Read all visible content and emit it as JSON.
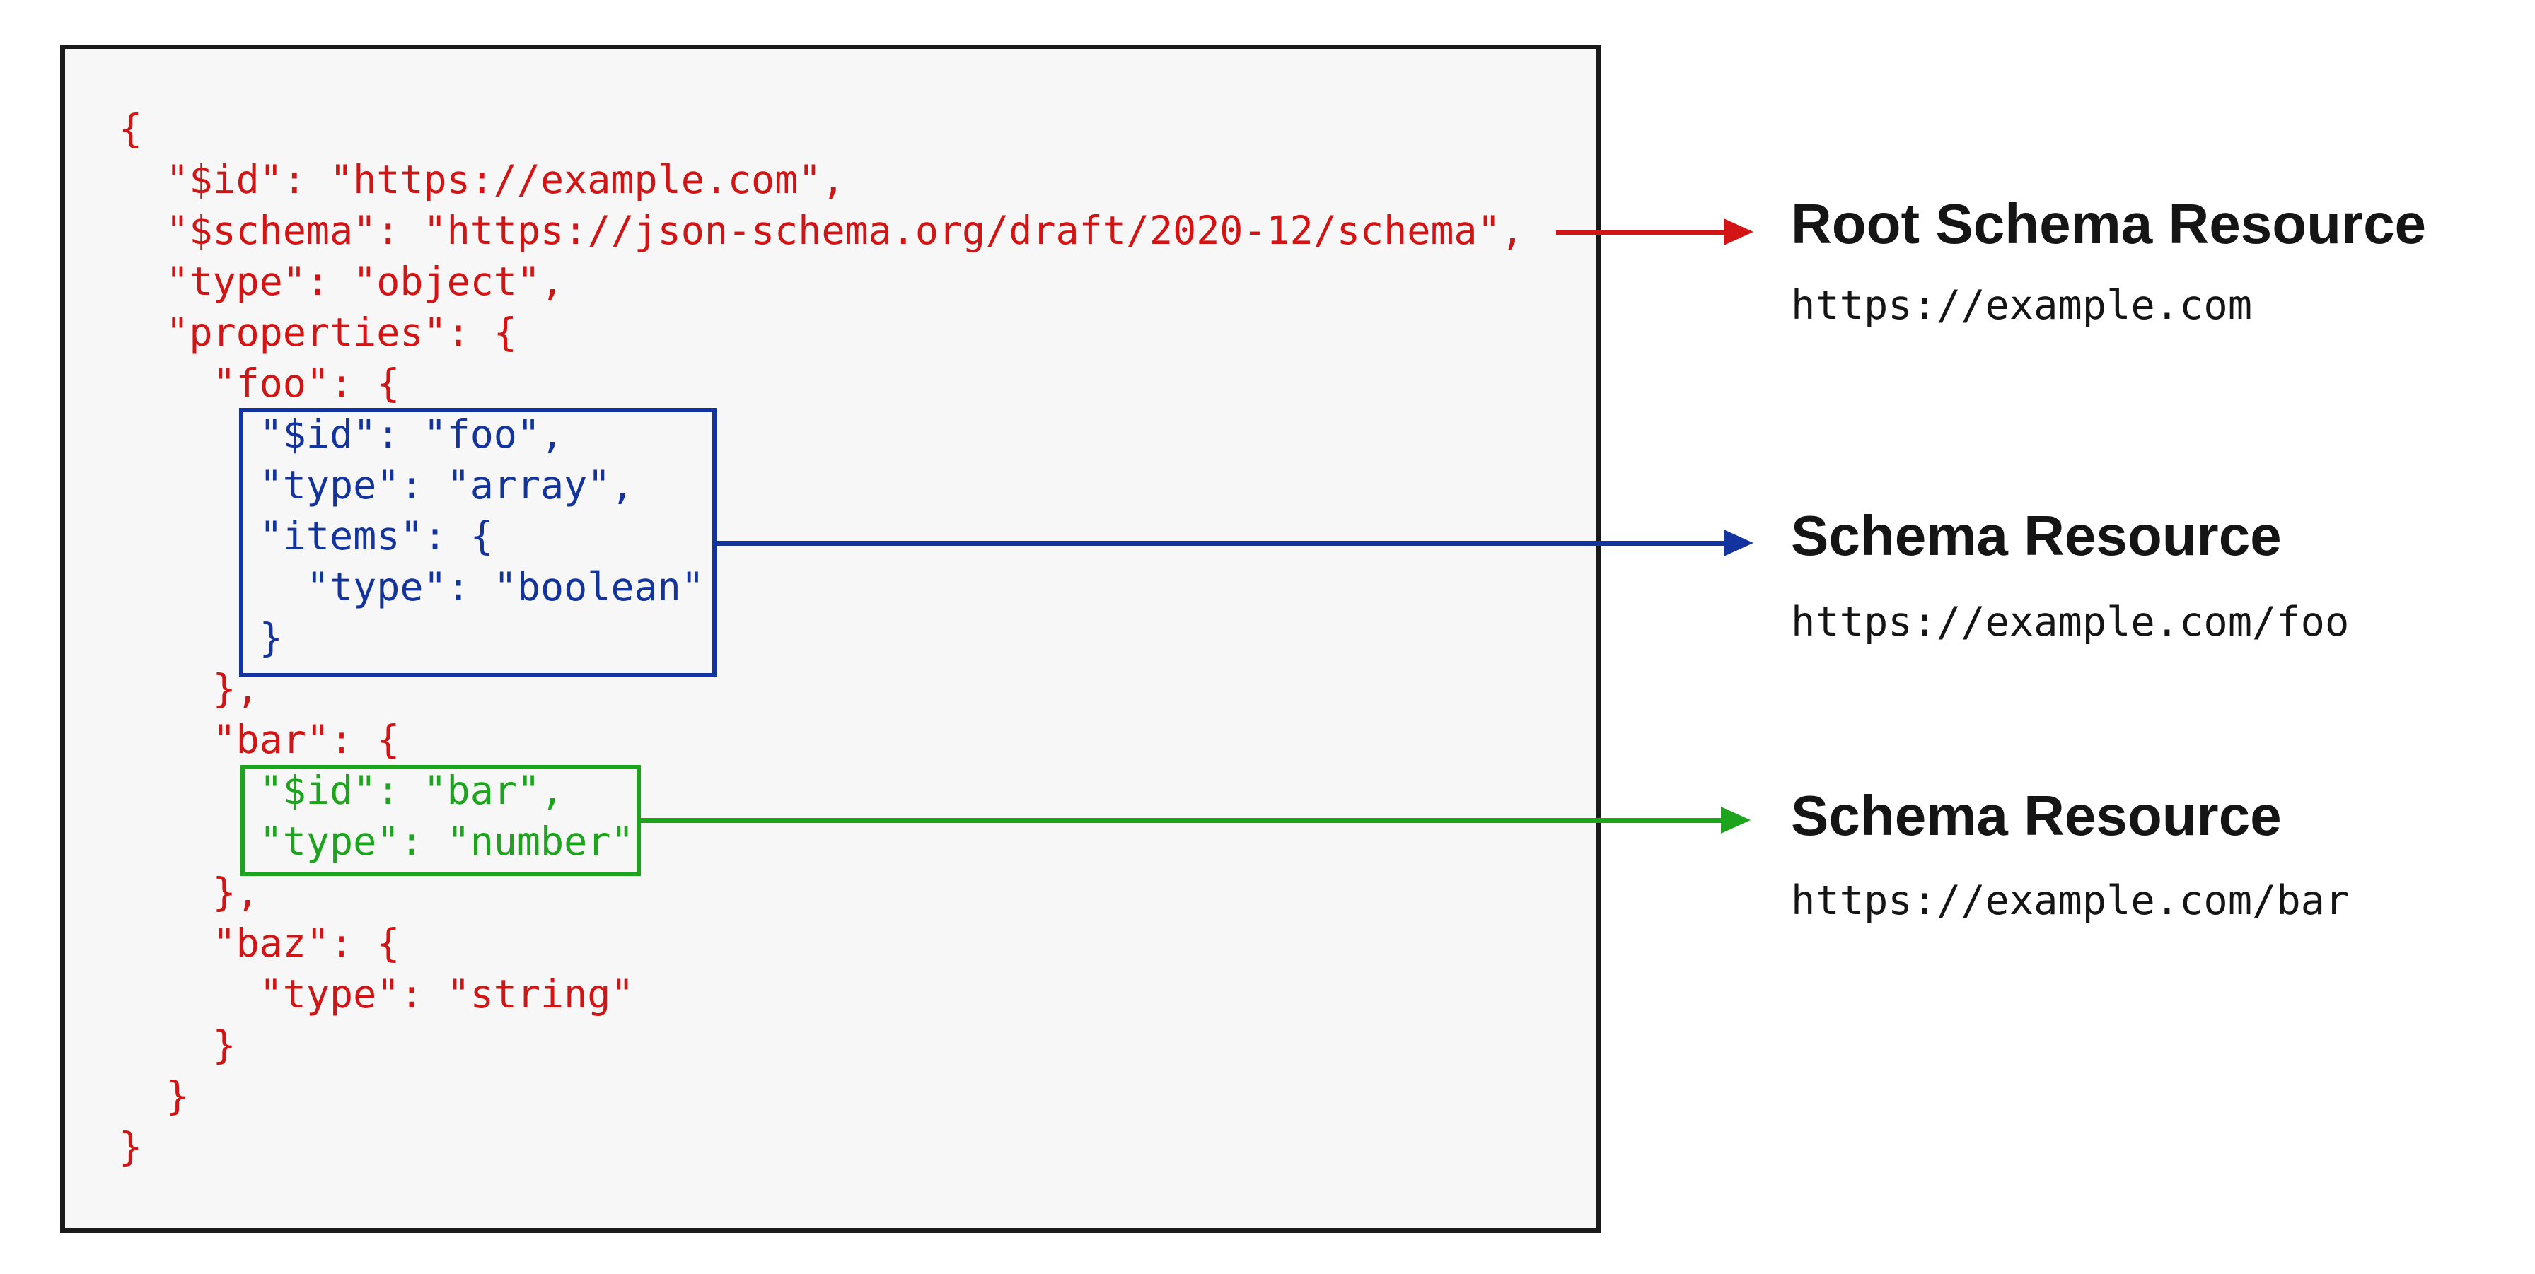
{
  "colors": {
    "red": "#d21414",
    "blue": "#13339e",
    "green": "#1ca41c",
    "black": "#1a1a1a",
    "code_bg": "#f7f7f7"
  },
  "code": {
    "lines": [
      {
        "text": "{",
        "color": "red"
      },
      {
        "text": "  \"$id\": \"https://example.com\",",
        "color": "red"
      },
      {
        "text": "  \"$schema\": \"https://json-schema.org/draft/2020-12/schema\",",
        "color": "red"
      },
      {
        "text": "  \"type\": \"object\",",
        "color": "red"
      },
      {
        "text": "  \"properties\": {",
        "color": "red"
      },
      {
        "text": "    \"foo\": {",
        "color": "red"
      },
      {
        "text": "      \"$id\": \"foo\",",
        "color": "blue"
      },
      {
        "text": "      \"type\": \"array\",",
        "color": "blue"
      },
      {
        "text": "      \"items\": {",
        "color": "blue"
      },
      {
        "text": "        \"type\": \"boolean\"",
        "color": "blue"
      },
      {
        "text": "      }",
        "color": "blue"
      },
      {
        "text": "    },",
        "color": "red"
      },
      {
        "text": "    \"bar\": {",
        "color": "red"
      },
      {
        "text": "      \"$id\": \"bar\",",
        "color": "green"
      },
      {
        "text": "      \"type\": \"number\"",
        "color": "green"
      },
      {
        "text": "    },",
        "color": "red"
      },
      {
        "text": "    \"baz\": {",
        "color": "red"
      },
      {
        "text": "      \"type\": \"string\"",
        "color": "red"
      },
      {
        "text": "    }",
        "color": "red"
      },
      {
        "text": "  }",
        "color": "red"
      },
      {
        "text": "}",
        "color": "red"
      }
    ]
  },
  "labels": [
    {
      "title": "Root Schema Resource",
      "url": "https://example.com",
      "arrow_color": "red"
    },
    {
      "title": "Schema Resource",
      "url": "https://example.com/foo",
      "arrow_color": "blue"
    },
    {
      "title": "Schema Resource",
      "url": "https://example.com/bar",
      "arrow_color": "green"
    }
  ]
}
